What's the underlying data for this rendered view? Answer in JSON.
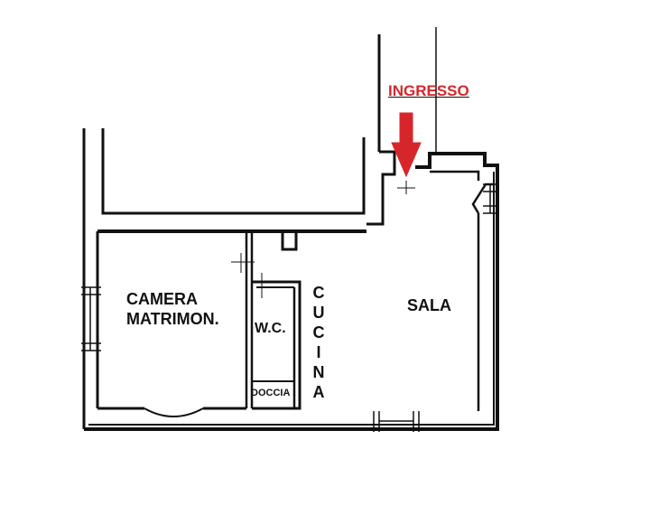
{
  "entrance": {
    "label": "INGRESSO",
    "color": "#d7262b"
  },
  "rooms": {
    "bedroom": {
      "line1": "CAMERA",
      "line2": "MATRIMON."
    },
    "wc": {
      "label": "W.C."
    },
    "shower": {
      "label": "DOCCIA"
    },
    "kitchen": {
      "letters": [
        "C",
        "U",
        "C",
        "I",
        "N",
        "A"
      ]
    },
    "living": {
      "label": "SALA"
    }
  },
  "colors": {
    "wall": "#111111",
    "paper": "#ffffff",
    "arrow": "#d7262b"
  }
}
